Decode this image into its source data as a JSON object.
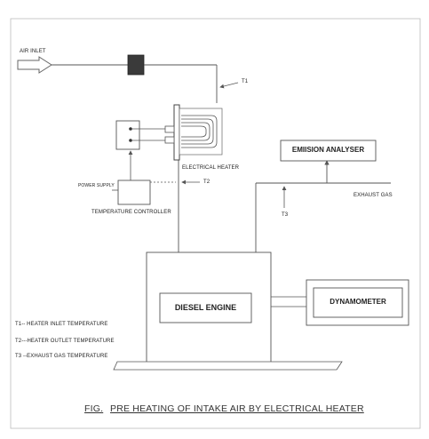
{
  "labels": {
    "air_inlet": "AIR INLET",
    "t1": "T1",
    "t2": "T2",
    "t3": "T3",
    "electrical_heater": "ELECTRICAL HEATER",
    "power_supply": "POWER SUPPLY",
    "temperature_controller": "TEMPERATURE CONTROLLER",
    "emission_analyser": "EMIISION ANALYSER",
    "exhaust_gas": "EXHAUST GAS",
    "diesel_engine": "DIESEL ENGINE",
    "dynamometer": "DYNAMOMETER"
  },
  "legend": [
    "T1-- HEATER INLET TEMPERATURE",
    "T2---HEATER OUTLET TEMPERATURE",
    "T3 --EXHAUST GAS TEMPERATURE"
  ],
  "caption": {
    "prefix": "FIG.",
    "text": "PRE HEATING OF INTAKE AIR BY ELECTRICAL HEATER"
  },
  "colors": {
    "line": "#555555",
    "filter_fill": "#3a3a3a"
  }
}
